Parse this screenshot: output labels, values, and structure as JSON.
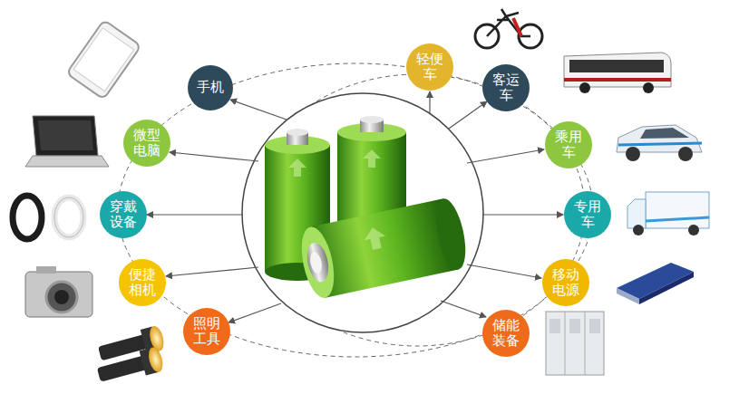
{
  "diagram": {
    "nodes": [
      {
        "text": [
          "手机"
        ]
      },
      {
        "text": [
          "微型 电脑"
        ]
      },
      {
        "text": [
          "穿戴 设备"
        ]
      },
      {
        "text": [
          "便捷 相机"
        ]
      },
      {
        "text": [
          "照明 工具"
        ]
      },
      {
        "text": [
          "轻便 车"
        ]
      },
      {
        "text": [
          "客运 车"
        ]
      },
      {
        "text": [
          "乘用 车"
        ]
      },
      {
        "text": [
          "专用 车"
        ]
      },
      {
        "text": [
          "移动 电源"
        ]
      },
      {
        "text": [
          "储能 装备"
        ]
      }
    ]
  }
}
